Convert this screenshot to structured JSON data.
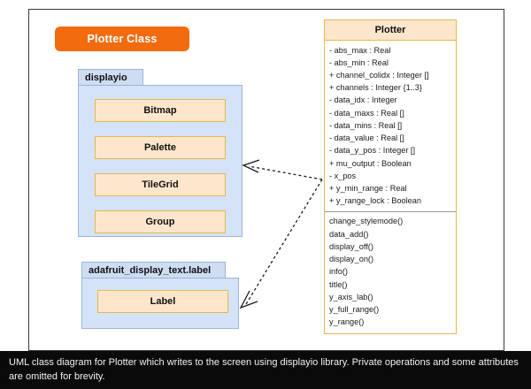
{
  "title_pill": {
    "label": "Plotter Class"
  },
  "packages": [
    {
      "name": "displayio",
      "classes": [
        {
          "name": "Bitmap"
        },
        {
          "name": "Palette"
        },
        {
          "name": "TileGrid"
        },
        {
          "name": "Group"
        }
      ]
    },
    {
      "name": "adafruit_display_text.label",
      "classes": [
        {
          "name": "Label"
        }
      ]
    }
  ],
  "plotter": {
    "name": "Plotter",
    "attributes": [
      "- abs_max : Real",
      "- abs_min : Real",
      "+ channel_colidx : Integer []",
      "+ channels : Integer {1..3}",
      "- data_idx : Integer",
      "- data_maxs : Real []",
      "- data_mins : Real []",
      "- data_value : Real []",
      "- data_y_pos : Integer []",
      "+ mu_output : Boolean",
      "- x_pos",
      "+ y_min_range : Real",
      "+ y_range_lock : Boolean"
    ],
    "operations": [
      "change_stylemode()",
      "data_add()",
      "display_off()",
      "display_on()",
      "info()",
      "title()",
      "y_axis_lab()",
      "y_full_range()",
      "y_range()"
    ]
  },
  "relationships": [
    {
      "from": "Plotter",
      "to": "displayio",
      "type": "dependency"
    },
    {
      "from": "Plotter",
      "to": "adafruit_display_text.label",
      "type": "dependency"
    }
  ],
  "caption": {
    "text": "UML class diagram for Plotter which writes to the screen using displayio library. Private operations and some attributes are omitted for brevity."
  },
  "colors": {
    "accent_orange": "#F26B0F",
    "class_fill": "#FDE6CB",
    "class_border": "#E8B84B",
    "package_fill": "#D5E3F8",
    "package_tab_fill": "#CFDDF2",
    "package_border": "#9BB4DC",
    "frame_border": "#3A3A3A",
    "caption_bg": "#0A0A0A",
    "caption_fg": "#F2F2F2"
  }
}
